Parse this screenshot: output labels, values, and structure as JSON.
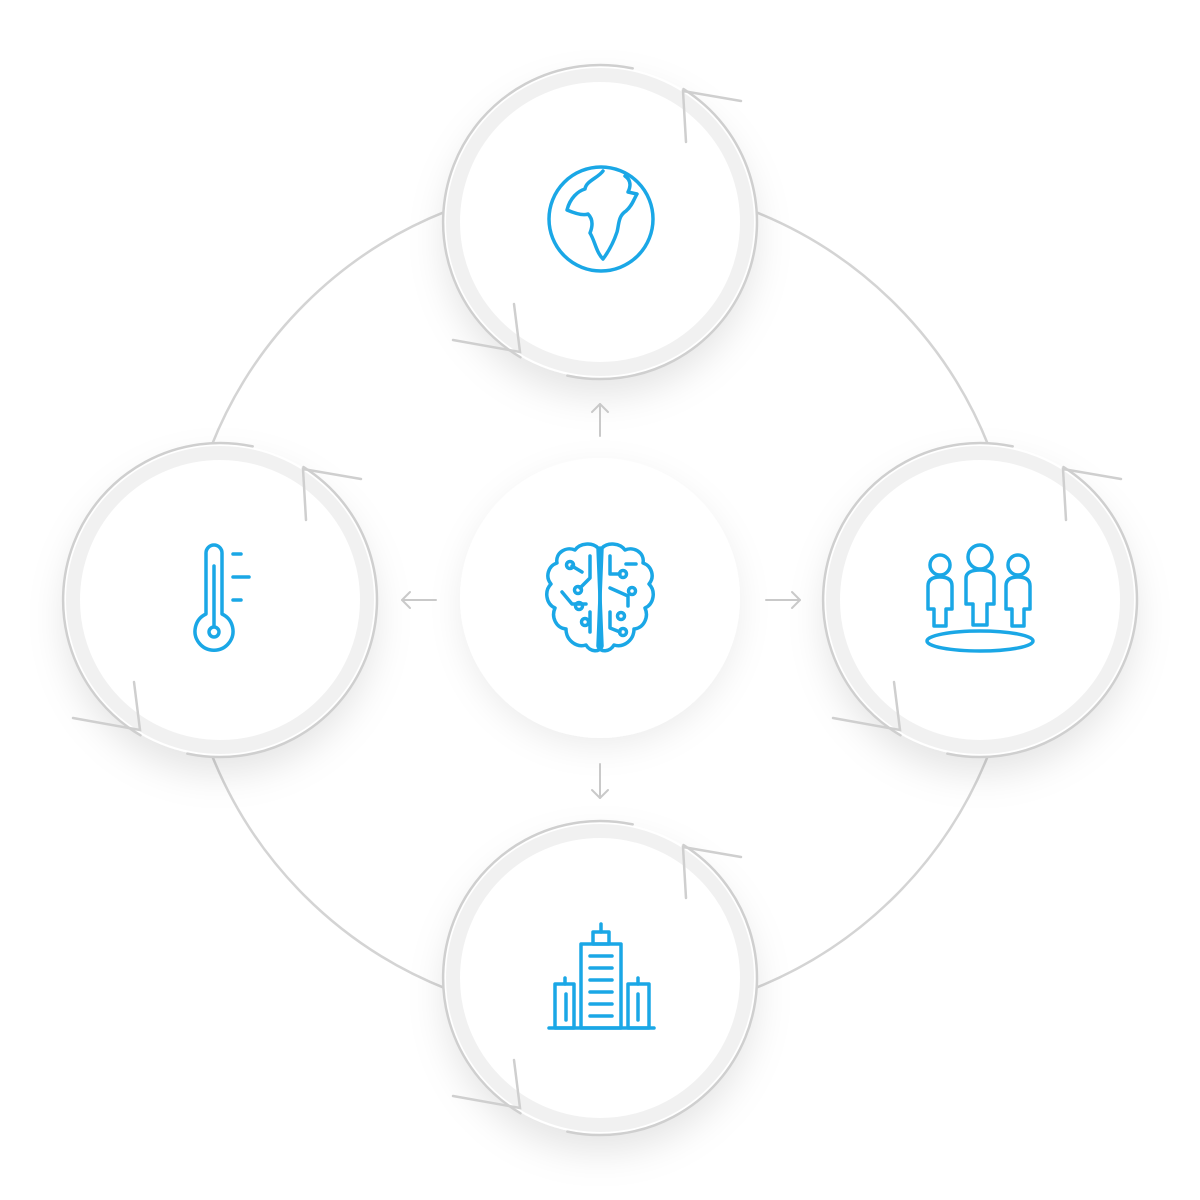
{
  "diagram": {
    "center": {
      "icon": "brain-circuit-icon"
    },
    "nodes": [
      {
        "id": "top",
        "icon": "globe-africa-icon"
      },
      {
        "id": "left",
        "icon": "thermometer-icon"
      },
      {
        "id": "right",
        "icon": "people-group-icon"
      },
      {
        "id": "bottom",
        "icon": "office-buildings-icon"
      }
    ],
    "connectors": [
      "up",
      "left",
      "right",
      "down"
    ]
  },
  "colors": {
    "icon_accent": "#1aa7e6",
    "ring": "#cfcfcf",
    "link": "#d4d4d4",
    "background": "#ffffff"
  }
}
